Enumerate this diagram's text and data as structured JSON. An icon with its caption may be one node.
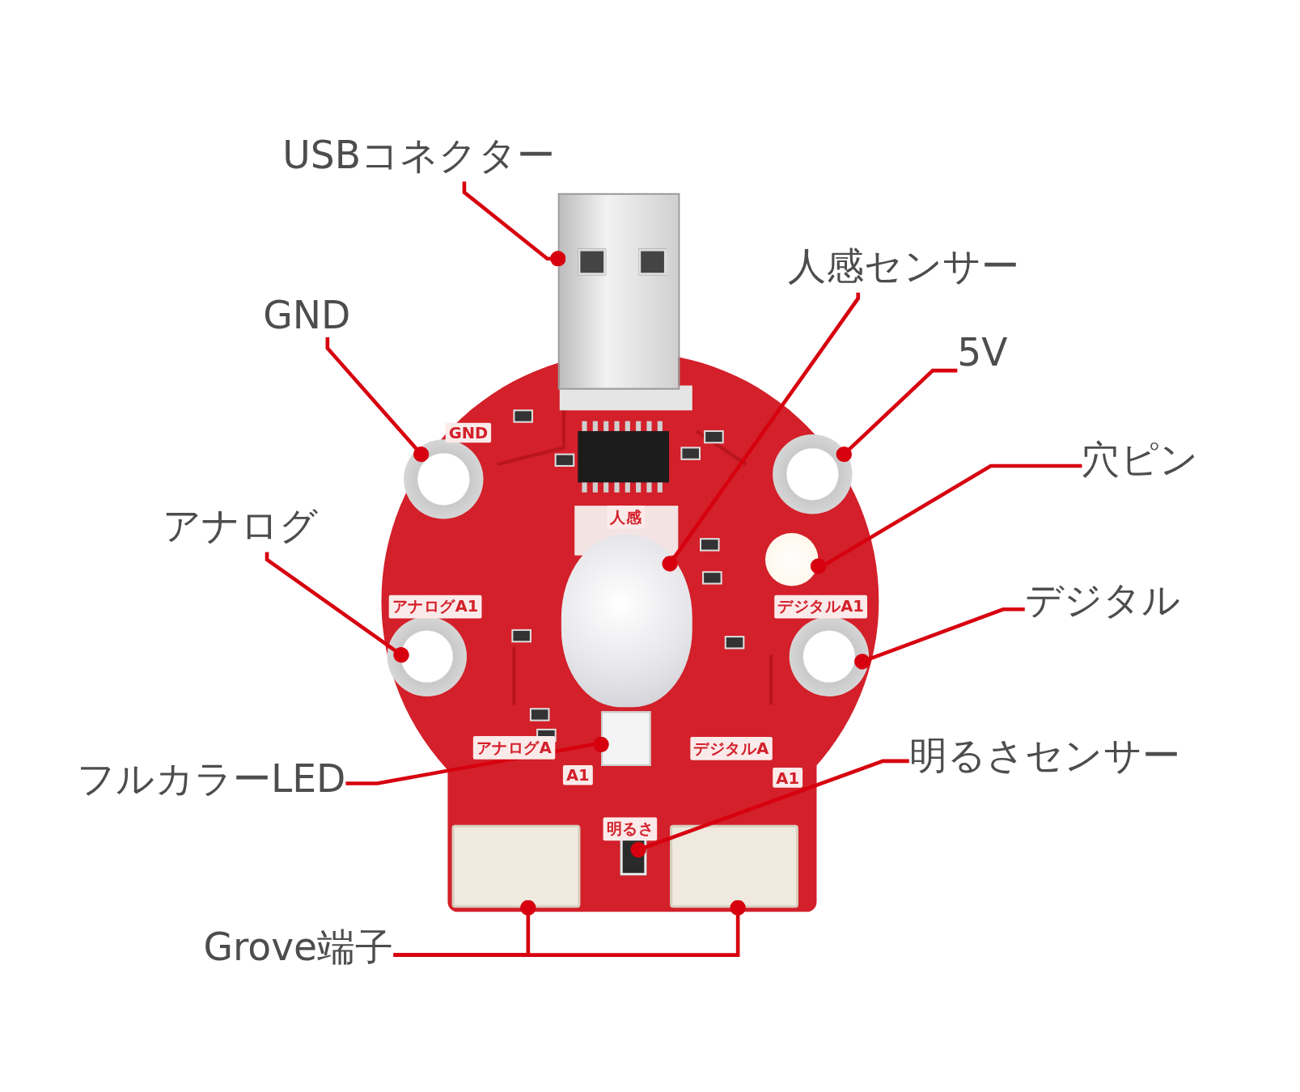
{
  "diagram": {
    "nodes": [
      {
        "text": [
          "USBコネクター"
        ]
      },
      {
        "text": [],
        "shape": "box"
      },
      {
        "text": [
          "人感センサー"
        ]
      },
      {
        "text": [],
        "shape": "circle"
      },
      {
        "text": [
          "GND"
        ]
      },
      {
        "text": [],
        "shape": "circle"
      },
      {
        "text": [
          "5V"
        ]
      },
      {
        "text": [],
        "shape": "circle"
      },
      {
        "text": [
          "穴ピン"
        ]
      },
      {
        "text": [],
        "shape": "circle"
      },
      {
        "text": [
          "アナログ"
        ]
      },
      {
        "text": [],
        "shape": "circle"
      },
      {
        "text": [
          "デジタル"
        ]
      },
      {
        "text": [],
        "shape": "circle"
      },
      {
        "text": [
          "フルカラーLED"
        ]
      },
      {
        "text": [],
        "shape": "box"
      },
      {
        "text": [
          "明るさセンサー"
        ]
      },
      {
        "text": [],
        "shape": "box"
      },
      {
        "text": [
          "Grove端子"
        ]
      },
      {
        "text": [],
        "shape": "box"
      },
      {
        "text": [],
        "shape": "box"
      }
    ],
    "edges": [
      {
        "from": 0,
        "to": 1,
        "arrow": "other"
      },
      {
        "from": 2,
        "to": 3,
        "arrow": "other"
      },
      {
        "from": 4,
        "to": 5,
        "arrow": "other"
      },
      {
        "from": 6,
        "to": 7,
        "arrow": "other"
      },
      {
        "from": 8,
        "to": 9,
        "arrow": "other"
      },
      {
        "from": 10,
        "to": 11,
        "arrow": "other"
      },
      {
        "from": 12,
        "to": 13,
        "arrow": "other"
      },
      {
        "from": 14,
        "to": 15,
        "arrow": "other"
      },
      {
        "from": 16,
        "to": 17,
        "arrow": "other"
      },
      {
        "from": 18,
        "to": 19,
        "arrow": "other"
      },
      {
        "from": 18,
        "to": 20,
        "arrow": "other"
      }
    ],
    "labels": [
      "GND",
      "人感",
      "アナログA1",
      "デジタルA1",
      "アナログA",
      "デジタルA",
      "A1",
      "A1",
      "明るさ"
    ]
  }
}
